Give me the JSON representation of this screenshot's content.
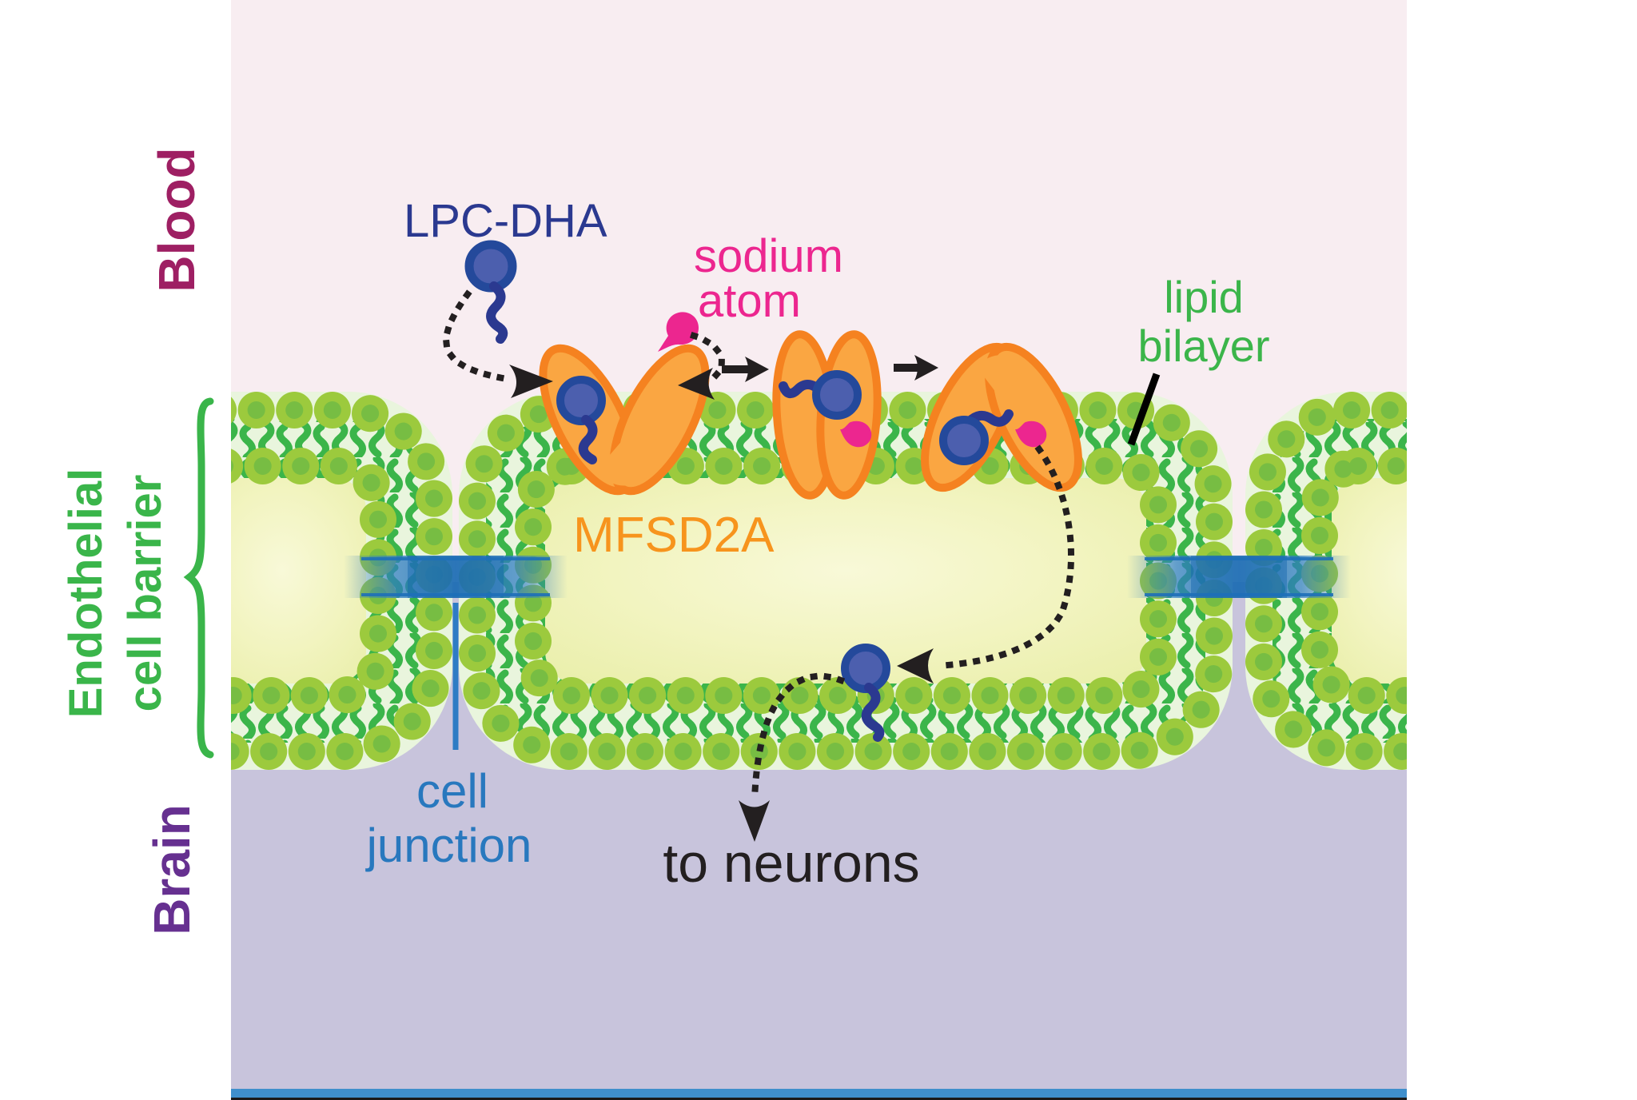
{
  "figure": {
    "title": "Blood-brain barrier transport of LPC-DHA by MFSD2A",
    "type": "biology-schematic"
  },
  "labels": {
    "blood": "Blood",
    "endothelial": {
      "lines": [
        "Endothelial",
        "cell barrier"
      ]
    },
    "brain": "Brain",
    "lpc_dha": "LPC-DHA",
    "sodium_atom": {
      "lines": [
        "sodium",
        "atom"
      ]
    },
    "lipid_bilayer": {
      "lines": [
        "lipid",
        "bilayer"
      ]
    },
    "mfsd2a": "MFSD2A",
    "cell_junction": {
      "lines": [
        "cell",
        "junction"
      ]
    },
    "to_neurons": "to neurons"
  },
  "entities": [
    {
      "name": "lpc-dha-molecule",
      "depiction": "dark blue sphere with wavy tail"
    },
    {
      "name": "sodium-ion",
      "depiction": "small pink teardrop"
    },
    {
      "name": "mfsd2a-transporter",
      "depiction": "orange protein shown in three states: open-up V, closed, open-down"
    },
    {
      "name": "lipid-bilayer-membrane",
      "depiction": "lime bead leaflets with green fatty-acid tails"
    },
    {
      "name": "tight-cell-junction",
      "depiction": "translucent blue band between cells"
    }
  ],
  "colors": {
    "blood_label": "#9E1F63",
    "brain_label": "#663090",
    "green_label": "#3AB54A",
    "blue_label": "#2878BE",
    "pink_label": "#EC268F",
    "orange_label": "#F7941D",
    "dark_blue": "#2B3990",
    "text_black": "#231F20",
    "blood_bg": "#F8EDF1",
    "brain_bg": "#C8C4DC",
    "membrane_band": "#E9F5DD",
    "membrane_bead": "#9CCA3D",
    "membrane_bead_core": "#77BD43",
    "tail_green": "#3BB54A",
    "cytoplasm": "#F2F4C0",
    "transporter_fill": "#FAA642",
    "transporter_stroke": "#F58220",
    "junction_blue": "#2E7CC4",
    "bottom_strip_blue": "#3F8FCC"
  }
}
